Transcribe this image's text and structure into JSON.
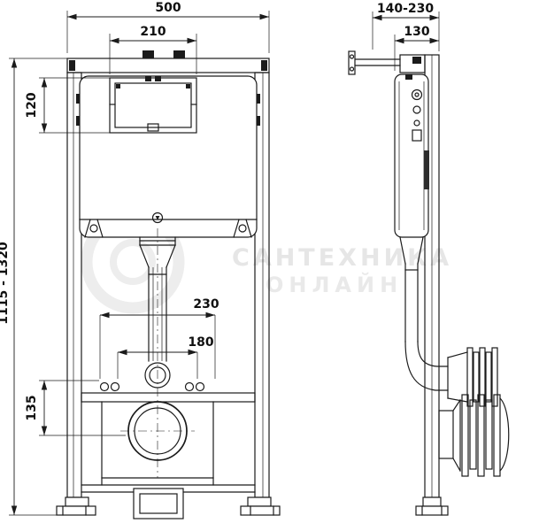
{
  "drawing": {
    "front_view": {
      "overall_width": "500",
      "flush_plate_cutout_width": "210",
      "service_opening_height": "120",
      "frame_height_range": "1115 - 1320",
      "outer_fixing_spacing": "230",
      "inner_fixing_spacing": "180",
      "outlet_center_height": "135"
    },
    "side_view": {
      "adjustable_depth_range": "140-230",
      "frame_depth": "130"
    },
    "watermark": {
      "line1": "САНТЕХНИКА",
      "line2": "ОНЛАЙН"
    },
    "colors": {
      "line": "#1b1b1b",
      "watermark": "#e6e6e6",
      "background": "#ffffff"
    }
  }
}
